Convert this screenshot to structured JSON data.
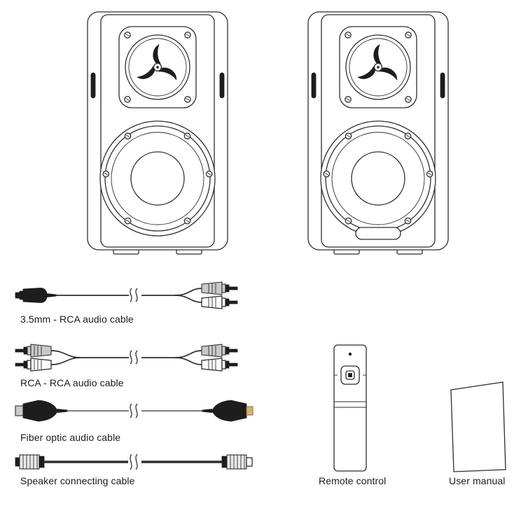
{
  "diagram": {
    "speakers": {
      "left": {
        "type": "bookshelf-speaker-front"
      },
      "right": {
        "type": "bookshelf-speaker-front-with-display-window"
      }
    },
    "cables": [
      {
        "label": "3.5mm - RCA audio cable"
      },
      {
        "label": "RCA - RCA audio cable"
      },
      {
        "label": "Fiber optic audio cable"
      },
      {
        "label": "Speaker connecting cable"
      }
    ],
    "accessories": [
      {
        "label": "Remote control"
      },
      {
        "label": "User manual"
      }
    ]
  },
  "colors": {
    "background": "#ffffff",
    "line": "#2e2e2e",
    "connector_dark": "#1d1d1d",
    "connector_gray": "#c9c9c9",
    "connector_light": "#ebebeb",
    "fiber_tip_gold": "#d8b469"
  }
}
